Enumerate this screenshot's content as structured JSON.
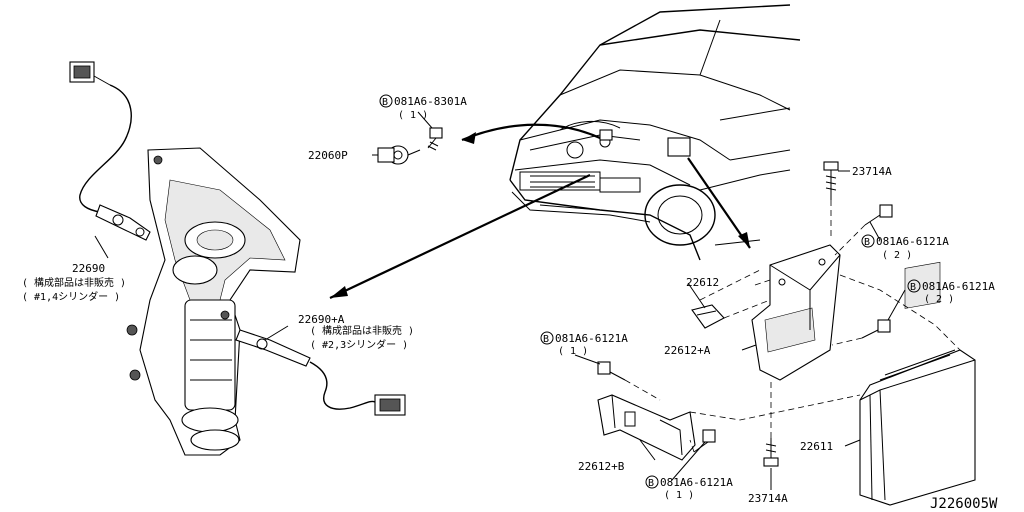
{
  "labels": {
    "knock_bolt": "081A6-8301A",
    "knock_bolt_qty": "( 1 )",
    "knock_sensor": "22060P",
    "o2_sensor_front": "22690",
    "o2_sensor_front_note1": "( 構成部品は非販売 )",
    "o2_sensor_front_note2": "( #1,4シリンダー )",
    "o2_sensor_rear": "22690+A",
    "o2_sensor_rear_note1": "( 構成部品は非販売 )",
    "o2_sensor_rear_note2": "( #2,3シリンダー )",
    "bolt_top": "23714A",
    "bolt_bottom": "23714A",
    "bolt_right_1": "081A6-6121A",
    "bolt_right_1_qty": "( 2 )",
    "bolt_right_2": "081A6-6121A",
    "bolt_right_2_qty": "( 2 )",
    "bolt_left": "081A6-6121A",
    "bolt_left_qty": "( 1 )",
    "bolt_bottom_mid": "081A6-6121A",
    "bolt_bottom_mid_qty": "( 1 )",
    "bracket_small": "22612",
    "bracket_a": "22612+A",
    "bracket_b": "22612+B",
    "ecm": "22611",
    "bolt_symbol": "B",
    "ref_code": "J226005W"
  }
}
